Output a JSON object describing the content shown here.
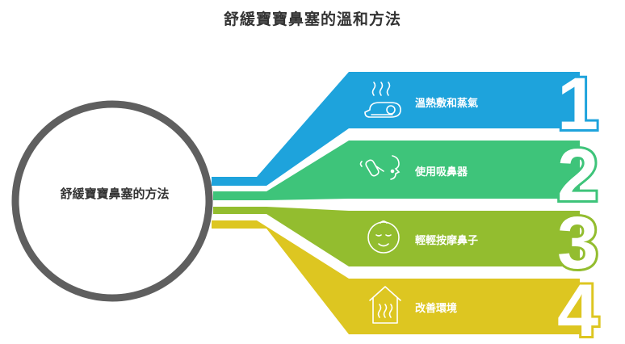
{
  "title": "舒緩寶寶鼻塞的溫和方法",
  "center": {
    "label": "舒緩寶寶鼻塞的方法"
  },
  "colors": {
    "ring": "#5f5f5f",
    "text": "#333333",
    "step1": "#1ea3dc",
    "step2": "#3ec47a",
    "step3": "#93bd2f",
    "step4": "#ddc621"
  },
  "steps": [
    {
      "number": "1",
      "label": "溫熱敷和蒸氣",
      "icon": "steam-towel-icon"
    },
    {
      "number": "2",
      "label": "使用吸鼻器",
      "icon": "nasal-aspirator-icon"
    },
    {
      "number": "3",
      "label": "輕輕按摩鼻子",
      "icon": "baby-face-icon"
    },
    {
      "number": "4",
      "label": "改善環境",
      "icon": "house-steam-icon"
    }
  ]
}
